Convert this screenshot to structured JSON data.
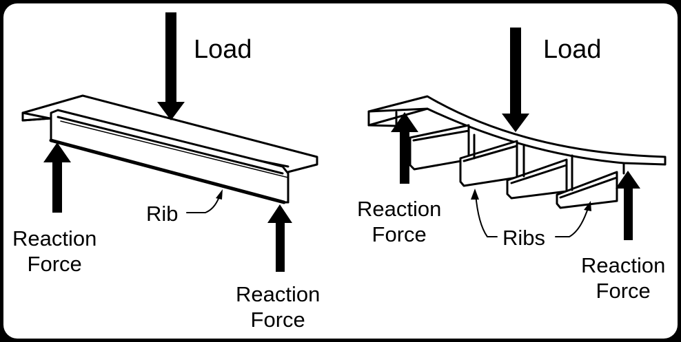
{
  "colors": {
    "ink": "#000000",
    "paper": "#ffffff",
    "frame": "#000000"
  },
  "left": {
    "load": "Load",
    "rib": "Rib",
    "reaction_left": {
      "line1": "Reaction",
      "line2": "Force"
    },
    "reaction_right": {
      "line1": "Reaction",
      "line2": "Force"
    }
  },
  "right": {
    "load": "Load",
    "ribs": "Ribs",
    "reaction_left": {
      "line1": "Reaction",
      "line2": "Force"
    },
    "reaction_right": {
      "line1": "Reaction",
      "line2": "Force"
    }
  }
}
